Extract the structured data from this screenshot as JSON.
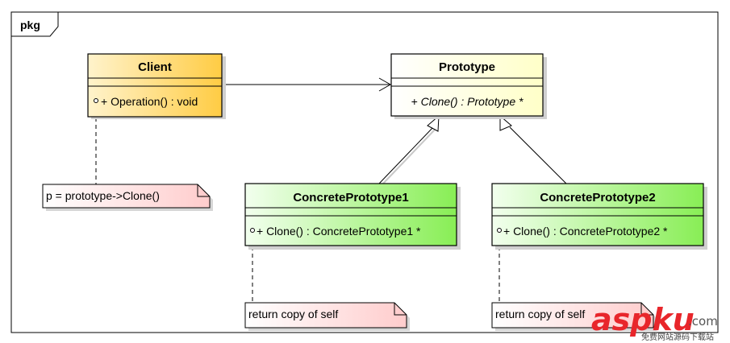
{
  "package": {
    "label": "pkg"
  },
  "classes": {
    "client": {
      "name": "Client",
      "operation": "+ Operation() : void"
    },
    "prototype": {
      "name": "Prototype",
      "operation": "+ Clone() : Prototype *"
    },
    "concrete1": {
      "name": "ConcretePrototype1",
      "operation": "+ Clone() : ConcretePrototype1 *"
    },
    "concrete2": {
      "name": "ConcretePrototype2",
      "operation": "+ Clone() : ConcretePrototype2 *"
    }
  },
  "notes": {
    "client_note": "p = prototype->Clone()",
    "concrete1_note": "return copy of self",
    "concrete2_note": "return copy of self"
  },
  "watermark": {
    "brand": "aspku",
    "suffix": ".com",
    "tagline": "免费网站源码下载站"
  },
  "colors": {
    "client_fill": "#ffd966",
    "prototype_fill": "#ffffd9",
    "concrete_fill": "#99f066",
    "note_fill": "#ffd9d9",
    "watermark_red": "#e8262b"
  }
}
